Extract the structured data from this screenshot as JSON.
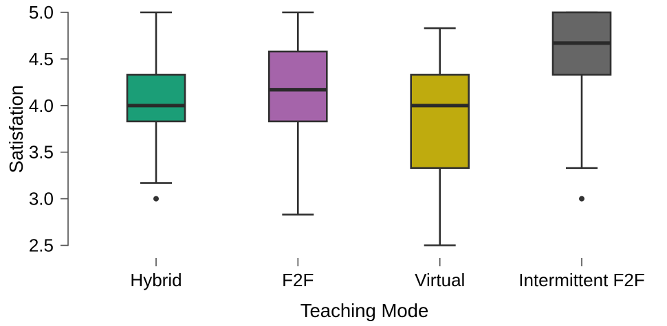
{
  "figure": {
    "background": "#ffffff"
  },
  "chart_data": {
    "type": "boxplot",
    "title": "",
    "xlabel": "Teaching Mode",
    "ylabel": "Satisfation",
    "ylim": [
      2.5,
      5.0
    ],
    "yticks": [
      2.5,
      3.0,
      3.5,
      4.0,
      4.5,
      5.0
    ],
    "ytick_labels": [
      "2.5",
      "3.0",
      "3.5",
      "4.0",
      "4.5",
      "5.0"
    ],
    "categories": [
      "Hybrid",
      "F2F",
      "Virtual",
      "Intermittent F2F"
    ],
    "series": [
      {
        "name": "Hybrid",
        "fill": "#1b9e77",
        "min": 3.17,
        "q1": 3.83,
        "median": 4.0,
        "q3": 4.33,
        "max": 5.0,
        "outliers": [
          3.0
        ]
      },
      {
        "name": "F2F",
        "fill": "#a564aa",
        "min": 2.83,
        "q1": 3.83,
        "median": 4.17,
        "q3": 4.58,
        "max": 5.0,
        "outliers": []
      },
      {
        "name": "Virtual",
        "fill": "#bfab0e",
        "min": 2.5,
        "q1": 3.33,
        "median": 4.0,
        "q3": 4.33,
        "max": 4.83,
        "outliers": []
      },
      {
        "name": "Intermittent F2F",
        "fill": "#666666",
        "min": 3.33,
        "q1": 4.33,
        "median": 4.67,
        "q3": 5.0,
        "max": 5.0,
        "outliers": [
          3.0
        ]
      }
    ],
    "colors": {
      "box_border": "#2f2f2f",
      "median_line": "#2a2a2a",
      "whisker": "#2f2f2f",
      "outlier": "#333333",
      "axis": "#4f4f4f",
      "tick": "#4f4f4f",
      "label": "#000000"
    },
    "grid": false,
    "legend": null
  }
}
